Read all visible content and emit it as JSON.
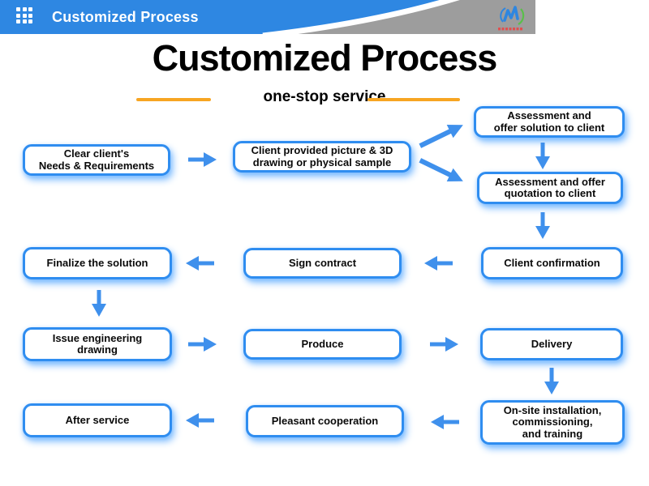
{
  "topbar": {
    "title": "Customized Process"
  },
  "title": "Customized Process",
  "subtitle": "one-stop service",
  "colors": {
    "topbar_blue": "#2e87e2",
    "topbar_gray": "#9d9d9d",
    "box_border_blue": "#2f8df0",
    "box_glow": "#aad4ff",
    "arrow_blue": "#3f90ec",
    "accent_orange": "#f7a522",
    "logo_green": "#5abf4a",
    "logo_red": "#e05050"
  },
  "steps": [
    {
      "id": "clear-needs",
      "lines": [
        "Clear client's",
        "Needs & Requirements"
      ]
    },
    {
      "id": "client-picture",
      "lines": [
        "Client provided picture & 3D",
        "drawing or physical sample"
      ]
    },
    {
      "id": "assess-solution",
      "lines": [
        "Assessment and",
        "offer solution to client"
      ]
    },
    {
      "id": "assess-quotation",
      "lines": [
        "Assessment and offer",
        "quotation to client"
      ]
    },
    {
      "id": "client-confirmation",
      "lines": [
        "Client confirmation"
      ]
    },
    {
      "id": "sign-contract",
      "lines": [
        "Sign contract"
      ]
    },
    {
      "id": "finalize-solution",
      "lines": [
        "Finalize the solution"
      ]
    },
    {
      "id": "issue-drawing",
      "lines": [
        "Issue engineering",
        "drawing"
      ]
    },
    {
      "id": "produce",
      "lines": [
        "Produce"
      ]
    },
    {
      "id": "delivery",
      "lines": [
        "Delivery"
      ]
    },
    {
      "id": "onsite-installation",
      "lines": [
        "On-site installation,",
        "commissioning,",
        "and training"
      ]
    },
    {
      "id": "pleasant-cooperation",
      "lines": [
        "Pleasant cooperation"
      ]
    },
    {
      "id": "after-service",
      "lines": [
        "After service"
      ]
    }
  ]
}
